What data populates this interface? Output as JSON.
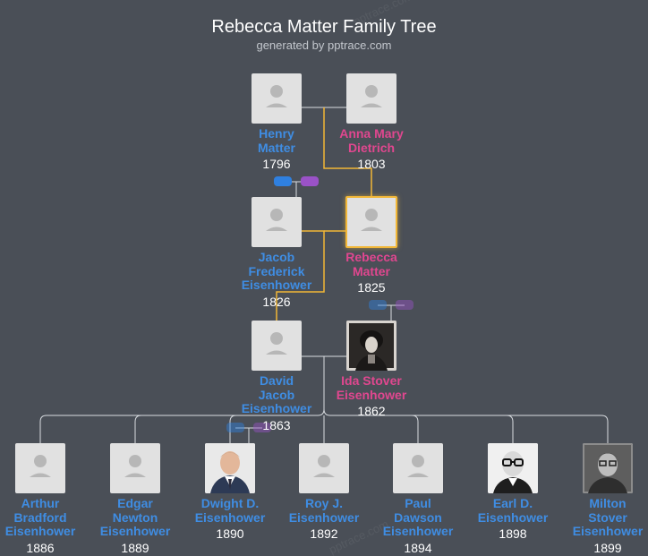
{
  "header": {
    "title": "Rebecca Matter Family Tree",
    "subtitle": "generated by pptrace.com"
  },
  "watermark": "pptrace.com",
  "colors": {
    "background": "#4a4f57",
    "male": "#3f8de3",
    "female": "#e0478f",
    "highlight_line": "#f2b737",
    "line": "#d9dce0"
  },
  "people": {
    "henry": {
      "name": "Henry\nMatter",
      "year": "1796",
      "gender": "male"
    },
    "anna": {
      "name": "Anna Mary\nDietrich",
      "year": "1803",
      "gender": "female"
    },
    "jacob": {
      "name": "Jacob\nFrederick\nEisenhower",
      "year": "1826",
      "gender": "male"
    },
    "rebecca": {
      "name": "Rebecca\nMatter",
      "year": "1825",
      "gender": "female",
      "selected": true
    },
    "david": {
      "name": "David\nJacob\nEisenhower",
      "year": "1863",
      "gender": "male"
    },
    "ida": {
      "name": "Ida Stover\nEisenhower",
      "year": "1862",
      "gender": "female",
      "photo": "woman-portrait"
    },
    "arthur": {
      "name": "Arthur\nBradford\nEisenhower",
      "year": "1886",
      "gender": "male"
    },
    "edgar": {
      "name": "Edgar\nNewton\nEisenhower",
      "year": "1889",
      "gender": "male"
    },
    "dwight": {
      "name": "Dwight D.\nEisenhower",
      "year": "1890",
      "gender": "male",
      "photo": "man-portrait"
    },
    "roy": {
      "name": "Roy J.\nEisenhower",
      "year": "1892",
      "gender": "male"
    },
    "paul": {
      "name": "Paul\nDawson\nEisenhower",
      "year": "1894",
      "gender": "male"
    },
    "earl": {
      "name": "Earl D.\nEisenhower",
      "year": "1898",
      "gender": "male",
      "photo": "man-glasses-portrait"
    },
    "milton": {
      "name": "Milton\nStover\nEisenhower",
      "year": "1899",
      "gender": "male",
      "photo": "man-bw-portrait"
    }
  },
  "icons": {
    "placeholder": "person-silhouette-icon",
    "expand_parents": "expand-parents-icon",
    "expand_spouse": "expand-spouse-icon"
  }
}
